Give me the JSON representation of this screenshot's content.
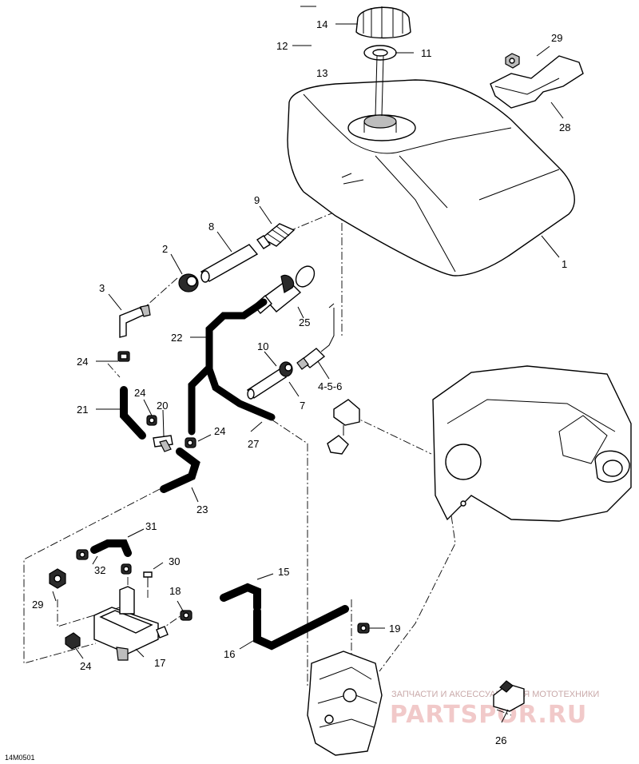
{
  "diagram": {
    "callouts": {
      "c1": "1",
      "c2": "2",
      "c3": "3",
      "c456": "4-5-6",
      "c7": "7",
      "c8": "8",
      "c9": "9",
      "c10": "10",
      "c11": "11",
      "c12": "12",
      "c13": "13",
      "c14": "14",
      "c15": "15",
      "c16": "16",
      "c17": "17",
      "c18": "18",
      "c19": "19",
      "c20": "20",
      "c21": "21",
      "c22": "22",
      "c23": "23",
      "c24a": "24",
      "c24b": "24",
      "c24c": "24",
      "c24d": "24",
      "c25": "25",
      "c26": "26",
      "c27": "27",
      "c28": "28",
      "c29a": "29",
      "c29b": "29",
      "c30": "30",
      "c31": "31",
      "c32": "32"
    },
    "reference_code": "14M0501",
    "watermark": {
      "line1": "ЗАПЧАСТИ И АКСЕССУАРЫ ДЛЯ МОТОТЕХНИКИ",
      "line2": "PARTSPOR.RU"
    }
  }
}
